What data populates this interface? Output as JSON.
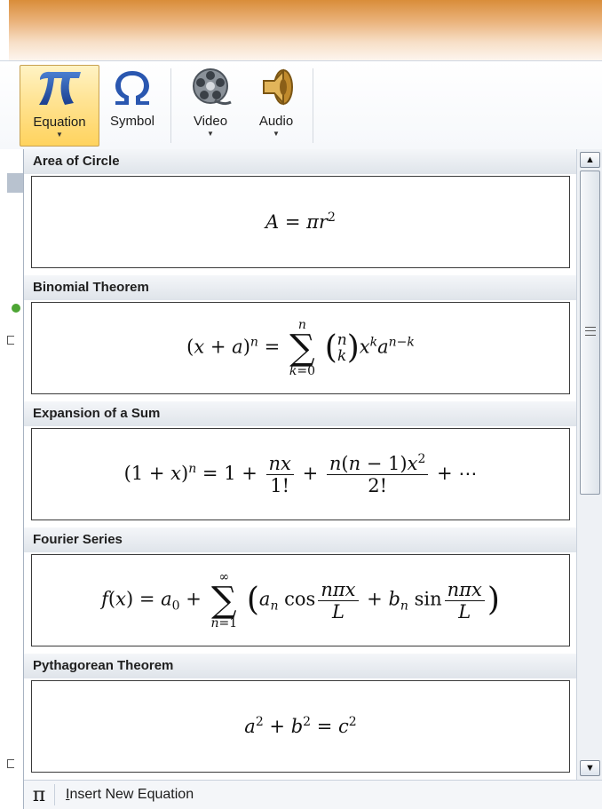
{
  "ribbon": {
    "buttons": [
      {
        "label": "Equation",
        "icon": "pi-icon",
        "active": true
      },
      {
        "label": "Symbol",
        "icon": "omega-icon",
        "active": false
      },
      {
        "label": "Video",
        "icon": "film-reel-icon",
        "active": false
      },
      {
        "label": "Audio",
        "icon": "speaker-icon",
        "active": false
      }
    ],
    "dropdown_arrow": "▼"
  },
  "gallery": {
    "sections": [
      {
        "title": "Area of Circle"
      },
      {
        "title": "Binomial Theorem"
      },
      {
        "title": "Expansion of a Sum"
      },
      {
        "title": "Fourier Series"
      },
      {
        "title": "Pythagorean Theorem"
      }
    ]
  },
  "footer": {
    "icon": "pi-icon",
    "first_letter": "I",
    "rest": "nsert New Equation"
  },
  "colors": {
    "active_button": "#ffd35e",
    "title_band": "#d98d3a"
  }
}
